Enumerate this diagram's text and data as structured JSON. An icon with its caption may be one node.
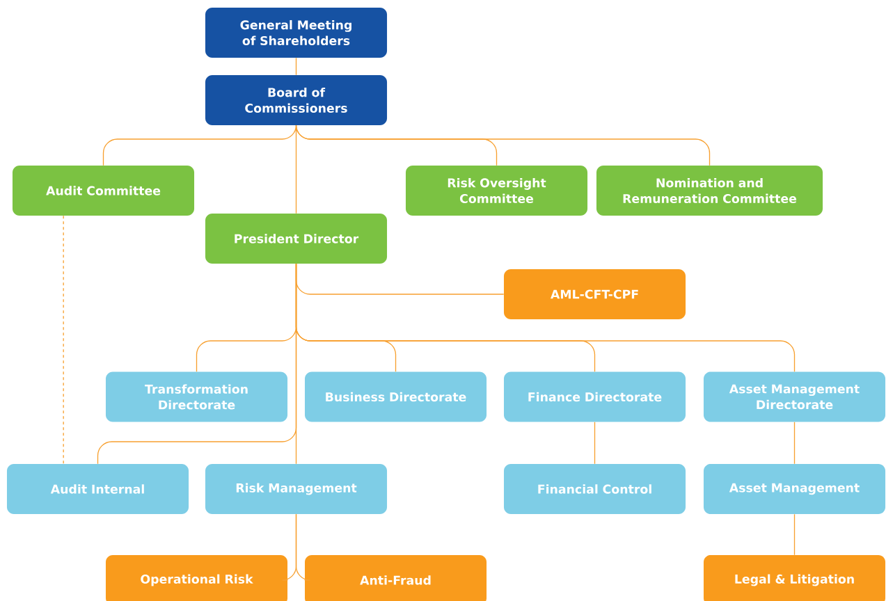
{
  "diagram": {
    "nodes": [
      {
        "text": [
          "General Meeting of Shareholders"
        ]
      },
      {
        "text": [
          "Board of Commissioners"
        ]
      },
      {
        "text": [
          "Audit Committee"
        ]
      },
      {
        "text": [
          "Risk Oversight Committee"
        ]
      },
      {
        "text": [
          "Nomination and Remuneration Committee"
        ]
      },
      {
        "text": [
          "President Director"
        ]
      },
      {
        "text": [
          "AML-CFT-CPF"
        ]
      },
      {
        "text": [
          "Transformation Directorate"
        ]
      },
      {
        "text": [
          "Business Directorate"
        ]
      },
      {
        "text": [
          "Finance Directorate"
        ]
      },
      {
        "text": [
          "Asset Management Directorate"
        ]
      },
      {
        "text": [
          "Audit Internal"
        ]
      },
      {
        "text": [
          "Risk Management"
        ]
      },
      {
        "text": [
          "Financial Control"
        ]
      },
      {
        "text": [
          "Asset Management"
        ]
      },
      {
        "text": [
          "Operational Risk"
        ]
      },
      {
        "text": [
          "Anti-Fraud"
        ]
      },
      {
        "text": [
          "Legal & Litigation"
        ]
      }
    ],
    "edges": [
      {
        "from": 0,
        "to": 1,
        "arrow": "none"
      },
      {
        "from": 1,
        "to": 2,
        "arrow": "none"
      },
      {
        "from": 1,
        "to": 3,
        "arrow": "none"
      },
      {
        "from": 1,
        "to": 4,
        "arrow": "none"
      },
      {
        "from": 1,
        "to": 5,
        "arrow": "none"
      },
      {
        "from": 5,
        "to": 6,
        "arrow": "none"
      },
      {
        "from": 5,
        "to": 7,
        "arrow": "none"
      },
      {
        "from": 5,
        "to": 8,
        "arrow": "none"
      },
      {
        "from": 5,
        "to": 9,
        "arrow": "none"
      },
      {
        "from": 5,
        "to": 10,
        "arrow": "none"
      },
      {
        "from": 5,
        "to": 11,
        "arrow": "none"
      },
      {
        "from": 5,
        "to": 12,
        "arrow": "none"
      },
      {
        "from": 2,
        "to": 11,
        "arrow": "none",
        "style": "dashed"
      },
      {
        "from": 12,
        "to": 15,
        "arrow": "none"
      },
      {
        "from": 12,
        "to": 16,
        "arrow": "none"
      },
      {
        "from": 9,
        "to": 13,
        "arrow": "none"
      },
      {
        "from": 10,
        "to": 14,
        "arrow": "none"
      },
      {
        "from": 14,
        "to": 17,
        "arrow": "none"
      }
    ]
  }
}
